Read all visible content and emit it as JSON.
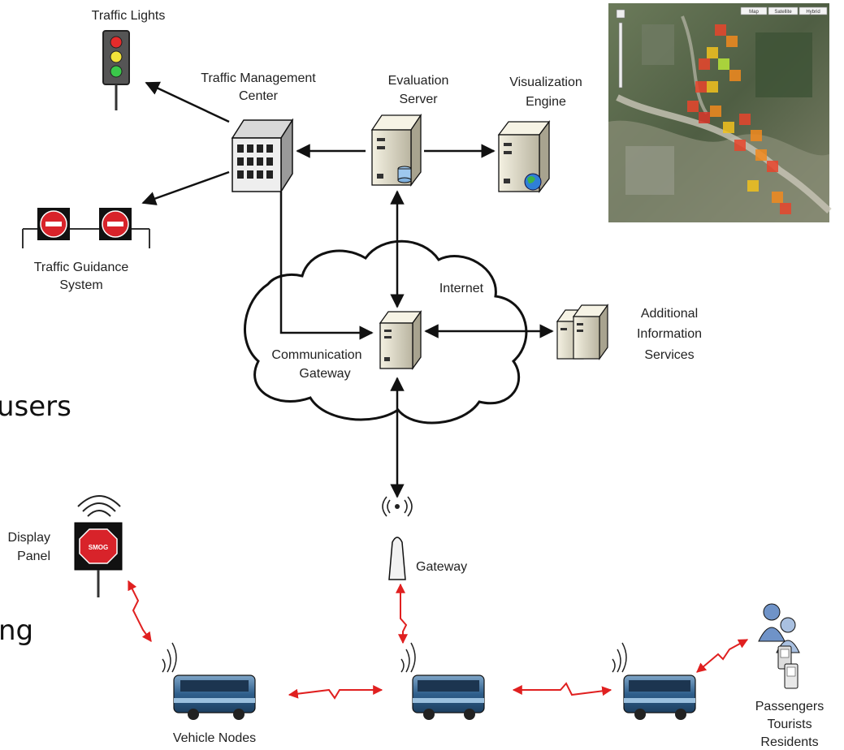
{
  "labels": {
    "traffic_lights": "Traffic Lights",
    "tmc_line1": "Traffic Management",
    "tmc_line2": "Center",
    "eval_line1": "Evaluation",
    "eval_line2": "Server",
    "vis_line1": "Visualization",
    "vis_line2": "Engine",
    "guidance_line1": "Traffic Guidance",
    "guidance_line2": "System",
    "internet": "Internet",
    "comm_line1": "Communication",
    "comm_line2": "Gateway",
    "additional_line1": "Additional",
    "additional_line2": "Information",
    "additional_line3": "Services",
    "display_line1": "Display",
    "display_line2": "Panel",
    "gateway": "Gateway",
    "vehicle_nodes": "Vehicle Nodes",
    "passengers_line1": "Passengers",
    "passengers_line2": "Tourists",
    "passengers_line3": "Residents"
  },
  "slide_fragments": {
    "frag1": "users",
    "frag2": "ng"
  },
  "map_buttons": [
    "Map",
    "Satellite",
    "Hybrid"
  ],
  "colors": {
    "wireless_link": "#e02020",
    "wired_link": "#111111",
    "bus_body": "#3d6e9c",
    "server_body": "#e8e4d2",
    "sign_red": "#d8232a"
  },
  "icons": [
    "traffic-light-icon",
    "server-icon",
    "globe-icon",
    "no-entry-sign-icon",
    "cloud-icon",
    "antenna-icon",
    "bus-icon",
    "person-icon",
    "phone-icon",
    "map-thumbnail"
  ]
}
